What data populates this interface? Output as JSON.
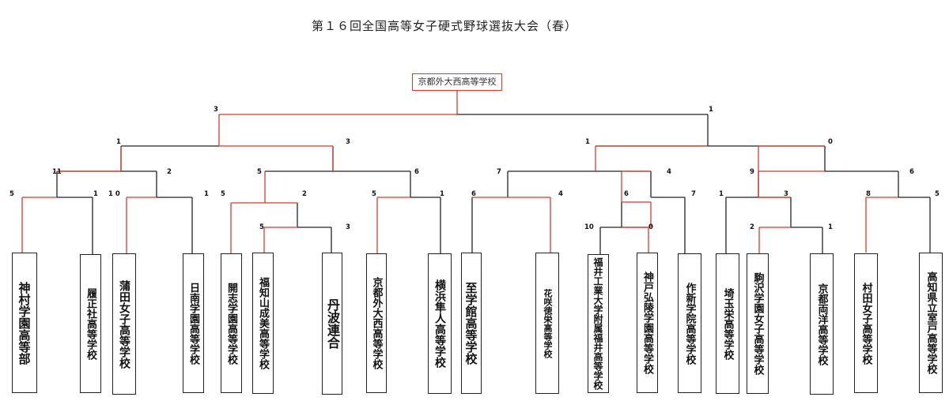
{
  "title": "第１６回全国高等女子硬式野球選抜大会（春）",
  "champion": "京都外大西高等学校",
  "colors": {
    "winner_line": "#d43b32",
    "line": "#222222"
  },
  "teams": [
    "神村学園高等部",
    "履正社高等学校",
    "蒲田女子高等学校",
    "日南学園高等学校",
    "開志学園高等学校",
    "福知山成美高等学校",
    "丹波連合",
    "京都外大西高等学校",
    "横浜隼人高等学校",
    "至学館高等学校",
    "花咲徳栄高等学校",
    "福井工業大学附属福井高等学校",
    "神戸弘陵学園高等学校",
    "作新学院高等学校",
    "埼玉栄高等学校",
    "駒沢学園女子高等学校",
    "京都両洋高等学校",
    "村田女子高等学校",
    "高知県立室戸高等学校"
  ],
  "scores": [
    "5",
    "1",
    "1 0",
    "1",
    "5",
    "2",
    "5",
    "1",
    "5",
    "3",
    "11",
    "2",
    "5",
    "6",
    "1",
    "3",
    "6",
    "4",
    "7",
    "10",
    "0",
    "6",
    "7",
    "4",
    "1",
    "3",
    "2",
    "1",
    "8",
    "5",
    "1",
    "9",
    "6",
    "0",
    "3",
    "1"
  ]
}
